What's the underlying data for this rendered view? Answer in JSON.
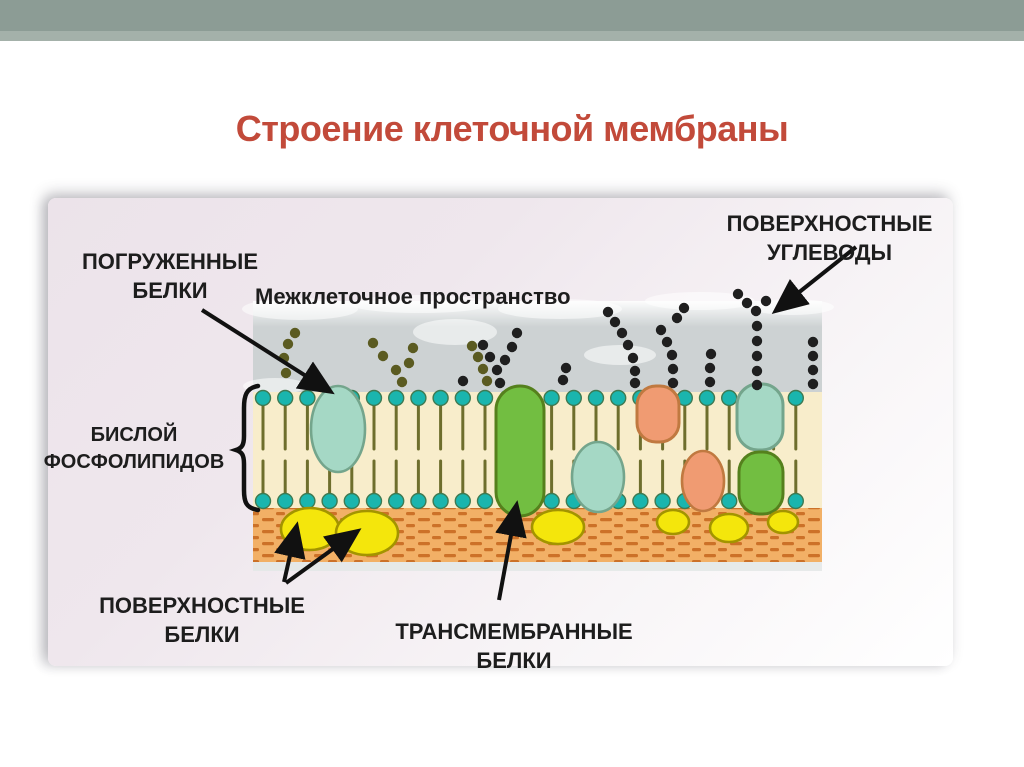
{
  "title": "Строение клеточной мембраны",
  "labels": {
    "embedded_proteins": [
      "ПОГРУЖЕННЫЕ",
      "БЕЛКИ"
    ],
    "intercellular_space": "Межклеточное пространство",
    "surface_carbohydrates": [
      "ПОВЕРХНОСТНЫЕ",
      "УГЛЕВОДЫ"
    ],
    "phospholipid_bilayer": [
      "БИСЛОЙ",
      "ФОСФОЛИПИДОВ"
    ],
    "surface_proteins": [
      "ПОВЕРХНОСТНЫЕ",
      "БЕЛКИ"
    ],
    "transmembrane_proteins": [
      "ТРАНСМЕМБРАННЫЕ",
      "БЕЛКИ"
    ]
  },
  "colors": {
    "top_bar": "#8C9C95",
    "top_bar_light": "#A4B1AA",
    "title_red": "#C24A3A",
    "panel_bg": "#ECE3EA",
    "space_gray": "#CDD2D3",
    "bilayer_cream": "#F8EDCB",
    "cytoplasm_orange": "#F2B066",
    "cytoplasm_dash": "#CC7128",
    "lipid_head": "#1AB5AE",
    "lipid_head_edge": "#3E7A52",
    "lipid_tail": "#6E6E2D",
    "protein_teal": "#A5D8C5",
    "protein_teal_edge": "#74A58C",
    "protein_green": "#72BE41",
    "protein_green_edge": "#55801D",
    "protein_orange": "#F09B72",
    "protein_orange_edge": "#C07940",
    "protein_yellow": "#F4E60C",
    "protein_yellow_edge": "#A39400",
    "carb_olive": "#5B5B21",
    "carb_black": "#1F1F1F",
    "arrow_black": "#111111",
    "label_black": "#1D1D1D"
  }
}
